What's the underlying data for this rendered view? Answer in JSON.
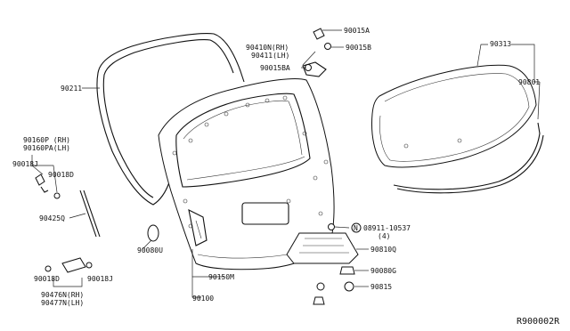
{
  "diagram": {
    "reference_code": "R900002R",
    "labels": {
      "p90211": "90211",
      "p90015A": "90015A",
      "p90015B": "90015B",
      "p90410N": "90410N(RH)",
      "p90411": "90411(LH)",
      "p90015BA": "90015BA",
      "p90313": "90313",
      "p90801": "90801",
      "p90160P": "90160P (RH)",
      "p90160PA": "90160PA(LH)",
      "p90018J_a": "90018J",
      "p90018D_a": "90018D",
      "p90425Q": "90425Q",
      "p90080U": "90080U",
      "p08911": "08911-10537",
      "p08911_qty": "(4)",
      "bolt_marker": "N",
      "p90810Q": "90810Q",
      "p90080G": "90080G",
      "p90815": "90815",
      "p90150M": "90150M",
      "p90100": "90100",
      "p90018D_b": "90018D",
      "p90018J_b": "90018J",
      "p90476N": "90476N(RH)",
      "p90477N": "90477N(LH)"
    }
  }
}
